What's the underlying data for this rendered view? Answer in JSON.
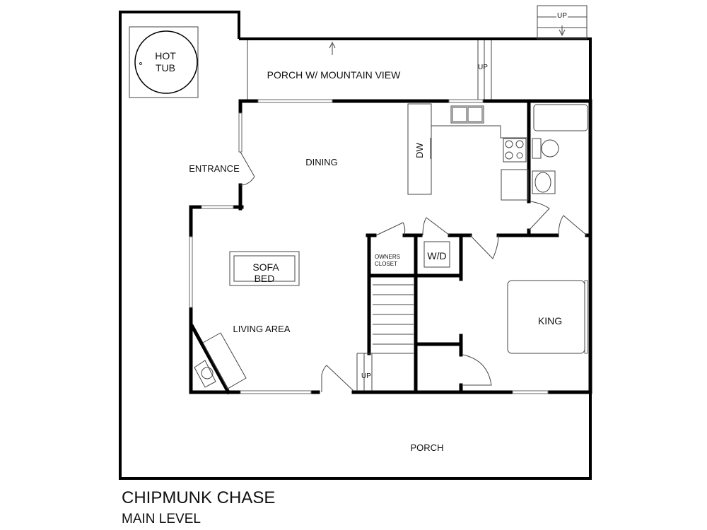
{
  "title": "CHIPMUNK CHASE",
  "subtitle": "MAIN LEVEL",
  "rooms": {
    "hot_tub": [
      "HOT",
      "TUB"
    ],
    "porch_top": "PORCH W/ MOUNTAIN VIEW",
    "entrance": "ENTRANCE",
    "dining": "DINING",
    "dishwasher": "DW",
    "sofa_bed": [
      "SOFA",
      "BED"
    ],
    "living": "LIVING AREA",
    "owners_closet": [
      "OWNERS",
      "CLOSET"
    ],
    "washer_dryer": "W/D",
    "king": "KING",
    "porch_bottom": "PORCH"
  },
  "stairs": {
    "up_outside": "UP",
    "up_porch": "UP",
    "up_inside": "UP"
  }
}
